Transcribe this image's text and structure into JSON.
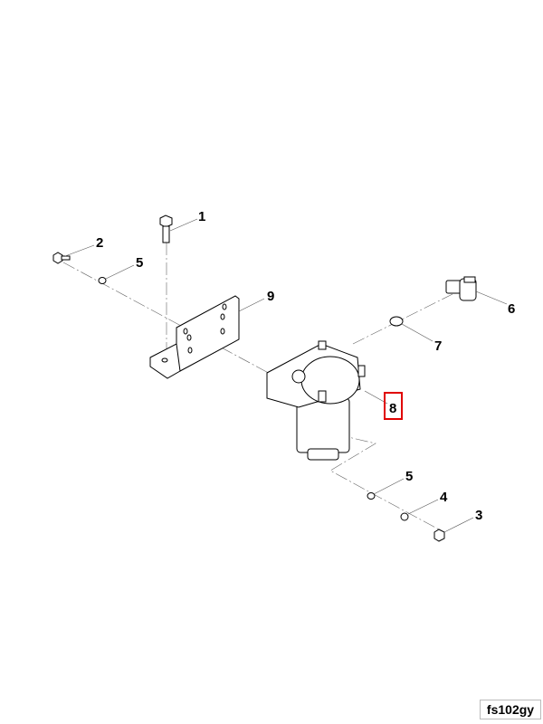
{
  "diagram": {
    "figure_id": "fs102gy",
    "highlight_color": "#e00000",
    "highlighted_callout": "8",
    "callouts": {
      "c1": "1",
      "c2": "2",
      "c5a": "5",
      "c9": "9",
      "c6": "6",
      "c7": "7",
      "c8": "8",
      "c5b": "5",
      "c4": "4",
      "c3": "3"
    }
  }
}
